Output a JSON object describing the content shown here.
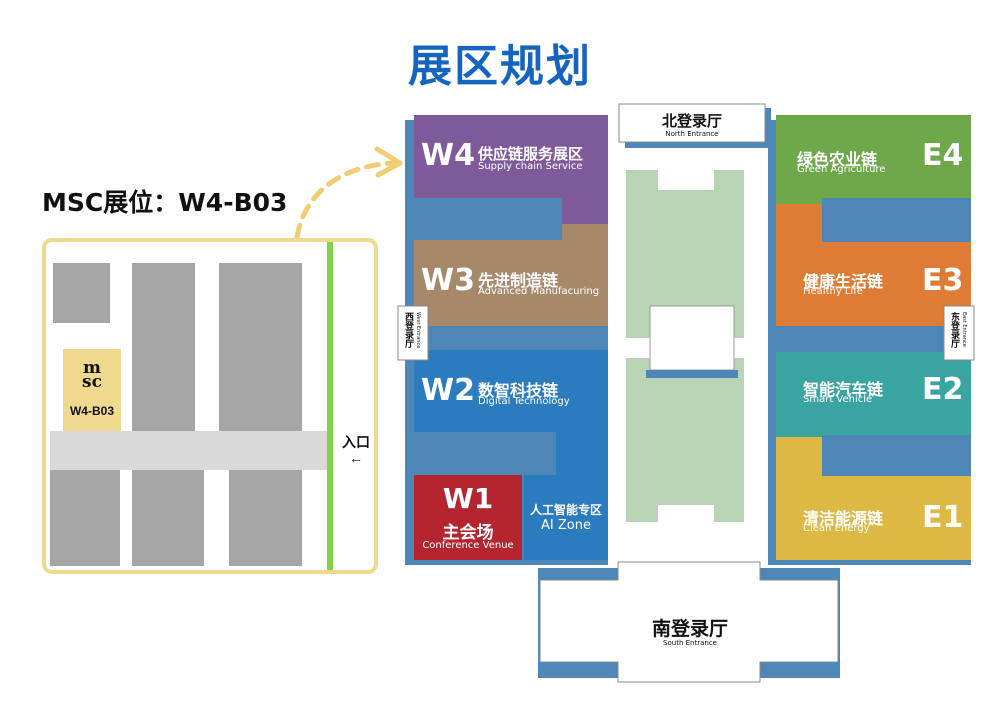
{
  "title": "展区规划",
  "booth_label": "MSC展位：W4-B03",
  "inset": {
    "brand_top": "m",
    "brand_bottom": "sc",
    "booth_code": "W4-B03",
    "entrance": "入口",
    "entrance_arrow": "←"
  },
  "halls": {
    "north": {
      "cn": "北登录厅",
      "en": "North Entrance"
    },
    "south": {
      "cn": "南登录厅",
      "en": "South Entrance"
    },
    "west": {
      "cn": "西登录厅",
      "en": "West Entrance"
    },
    "east": {
      "cn": "东登录厅",
      "en": "East Entrance"
    }
  },
  "zones": {
    "W4": {
      "code": "W4",
      "cn": "供应链服务展区",
      "en": "Supply chain Service",
      "color": "#7E5A9B"
    },
    "W3": {
      "code": "W3",
      "cn": "先进制造链",
      "en": "Advanced Manufacuring",
      "color": "#A6896A"
    },
    "W2": {
      "code": "W2",
      "cn": "数智科技链",
      "en": "Digital Technology",
      "color": "#2B7BBF"
    },
    "W1": {
      "code": "W1",
      "cn": "主会场",
      "en": "Conference Venue",
      "color": "#B52530"
    },
    "AI": {
      "cn": "人工智能专区",
      "en": "AI Zone",
      "color": "#2B7BBF"
    },
    "E4": {
      "code": "E4",
      "cn": "绿色农业链",
      "en": "Green Agriculture",
      "color": "#6FA84B"
    },
    "E3": {
      "code": "E3",
      "cn": "健康生活链",
      "en": "Healthy Life",
      "color": "#DE7B34"
    },
    "E2": {
      "code": "E2",
      "cn": "智能汽车链",
      "en": "Smart Vehicle",
      "color": "#3AA5A0"
    },
    "E1": {
      "code": "E1",
      "cn": "清洁能源链",
      "en": "Clean Energy",
      "color": "#DDB844"
    }
  },
  "colors": {
    "title": "#1565C0",
    "shadow": "#4F86B8",
    "arrow": "#F0CD72",
    "inset_border": "#EED98E",
    "corridor": "#B9D3B5",
    "green_line": "#7ED348"
  }
}
